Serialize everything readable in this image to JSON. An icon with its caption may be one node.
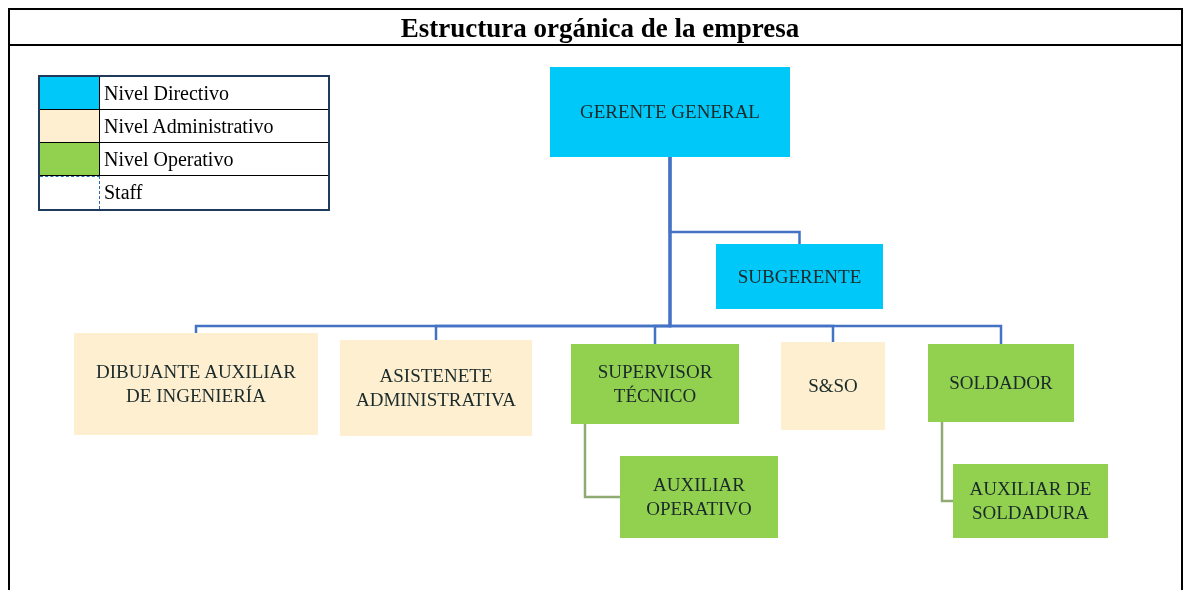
{
  "diagram": {
    "title": "Estructura orgánica de la empresa",
    "nodes": [
      {
        "text": [
          "GERENTE GENERAL"
        ]
      },
      {
        "text": [
          "SUBGERENTE"
        ]
      },
      {
        "text": [
          "DIBUJANTE AUXILIAR DE INGENIERÍA"
        ]
      },
      {
        "text": [
          "ASISTENETE ADMINISTRATIVA"
        ]
      },
      {
        "text": [
          "SUPERVISOR TÉCNICO"
        ]
      },
      {
        "text": [
          "S&SO"
        ]
      },
      {
        "text": [
          "SOLDADOR"
        ]
      },
      {
        "text": [
          "AUXILIAR OPERATIVO"
        ]
      },
      {
        "text": [
          "AUXILIAR DE SOLDADURA"
        ]
      }
    ],
    "edges": [
      {
        "from": 0,
        "to": 1,
        "arrow": "none"
      },
      {
        "from": 0,
        "to": 2,
        "arrow": "none"
      },
      {
        "from": 0,
        "to": 3,
        "arrow": "none"
      },
      {
        "from": 0,
        "to": 4,
        "arrow": "none"
      },
      {
        "from": 0,
        "to": 5,
        "arrow": "none"
      },
      {
        "from": 0,
        "to": 6,
        "arrow": "none"
      },
      {
        "from": 4,
        "to": 7,
        "arrow": "none",
        "color": "#8faa72"
      },
      {
        "from": 6,
        "to": 8,
        "arrow": "none",
        "color": "#8faa72"
      }
    ],
    "legend": [
      {
        "text": "Nivel Directivo",
        "color": "#00c8f8"
      },
      {
        "text": "Nivel Administrativo",
        "color": "#fdefd0"
      },
      {
        "text": "Nivel Operativo",
        "color": "#92d050"
      },
      {
        "text": "Staff"
      }
    ]
  }
}
